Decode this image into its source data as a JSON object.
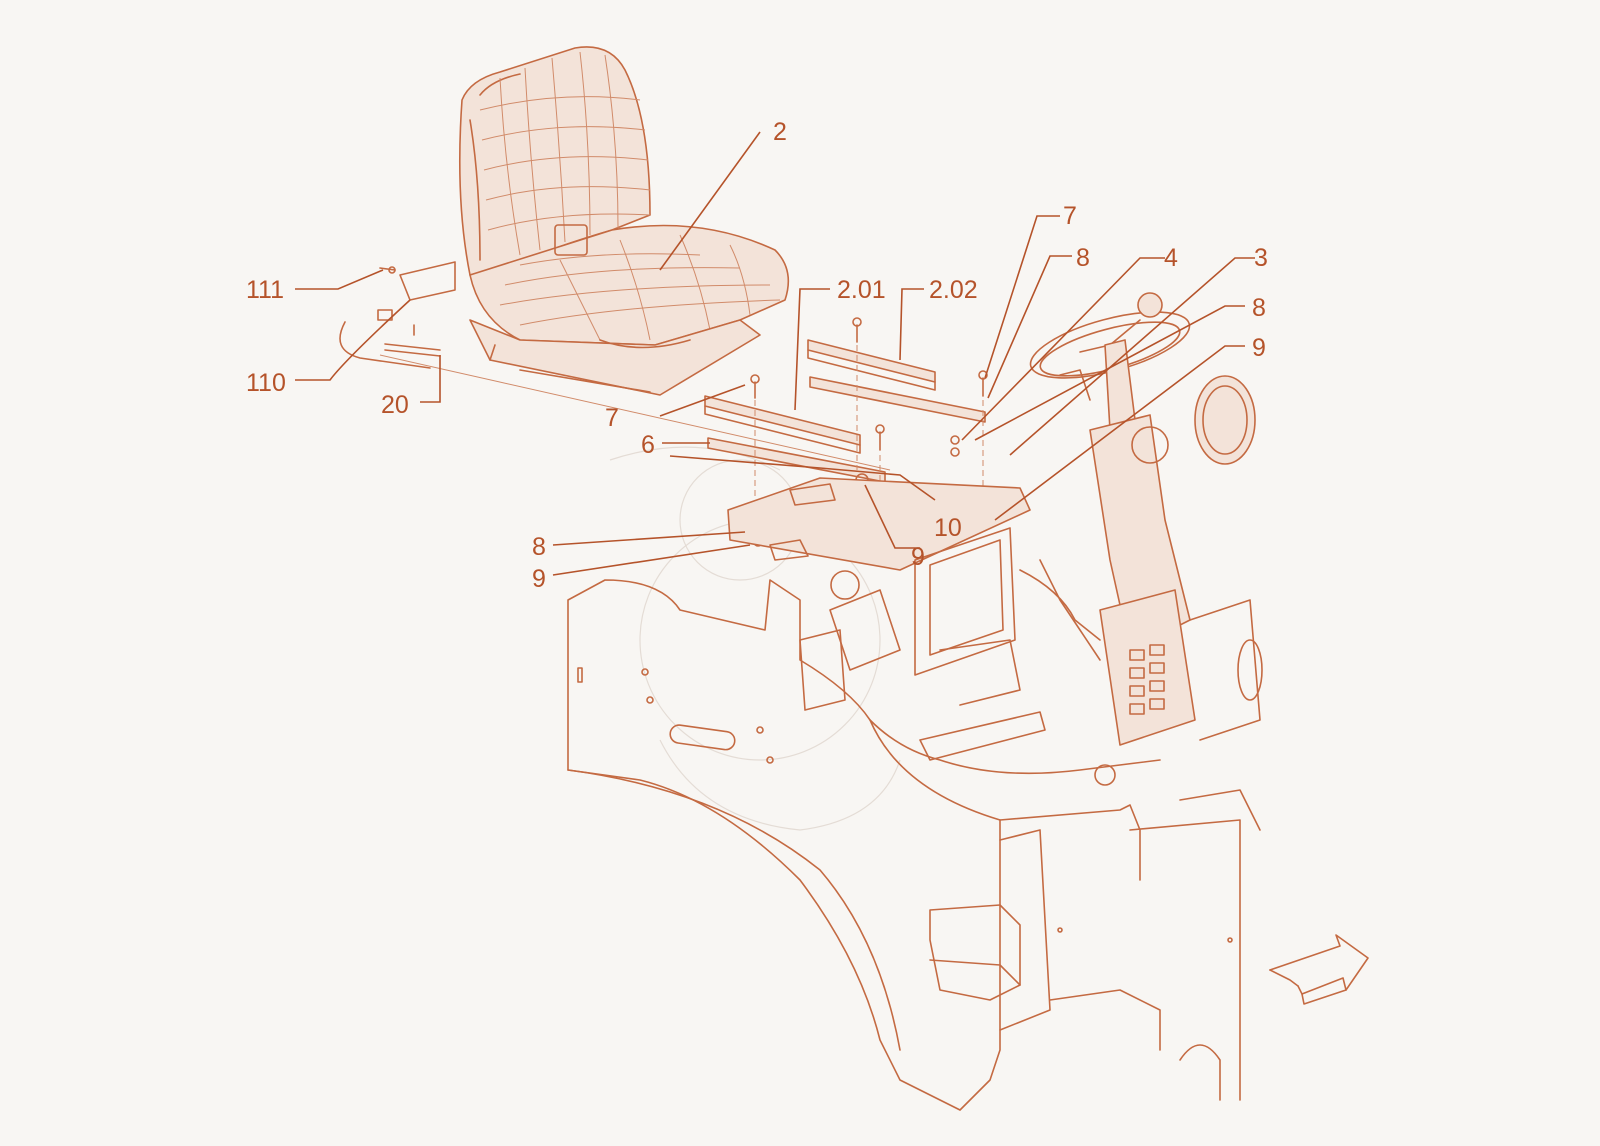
{
  "diagram": {
    "colors": {
      "line": "#c46a42",
      "label": "#b5532a",
      "background": "#f8f6f3"
    },
    "callouts": {
      "c2": "2",
      "c201": "2.01",
      "c202": "2.02",
      "c3": "3",
      "c4": "4",
      "c6": "6",
      "c7a": "7",
      "c7b": "7",
      "c8a": "8",
      "c8b": "8",
      "c8c": "8",
      "c9a": "9",
      "c9b": "9",
      "c9c": "9",
      "c10": "10",
      "c20": "20",
      "c110": "110",
      "c111": "111"
    },
    "icons": [
      "seat-icon",
      "steering-wheel-icon",
      "direction-arrow-icon"
    ]
  }
}
